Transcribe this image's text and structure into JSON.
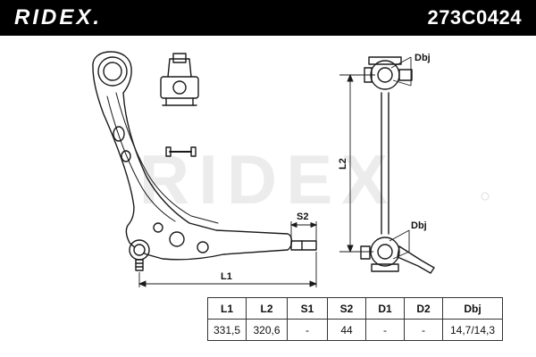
{
  "header": {
    "brand": "RIDEX.",
    "part_number": "273C0424"
  },
  "watermark": "RIDEX",
  "dimensions": {
    "l1": "L1",
    "l2": "L2",
    "s2": "S2",
    "dbj_top": "Dbj",
    "dbj_bottom": "Dbj"
  },
  "spec_table": {
    "headers": [
      "L1",
      "L2",
      "S1",
      "S2",
      "D1",
      "D2",
      "Dbj"
    ],
    "values": [
      "331,5",
      "320,6",
      "-",
      "44",
      "-",
      "-",
      "14,7/14,3"
    ]
  }
}
